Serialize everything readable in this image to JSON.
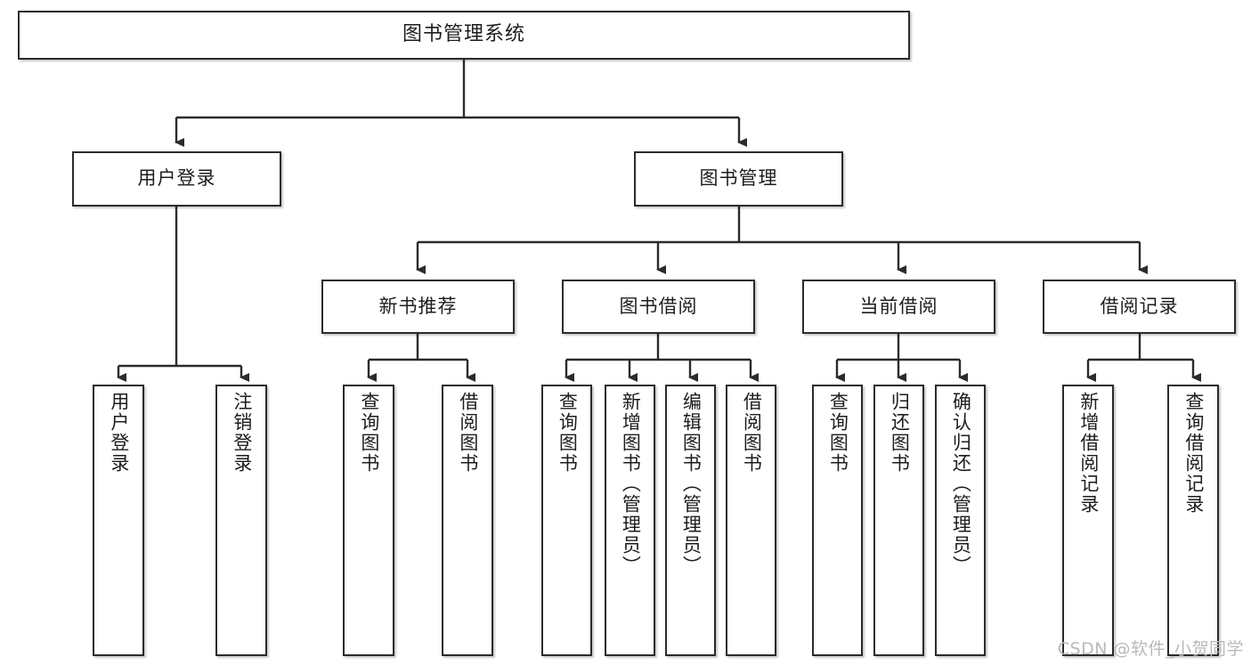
{
  "diagram": {
    "title": "图书管理系统",
    "type": "tree-hierarchy",
    "orientation": "top-down",
    "node_fill": "#ffffff",
    "node_stroke": "#2b2b2b",
    "edge_color": "#2b2b2b",
    "background": "#ffffff"
  },
  "nodes": {
    "root": {
      "label": "图书管理系统"
    },
    "level2": [
      {
        "label": "用户登录"
      },
      {
        "label": "图书管理"
      }
    ],
    "level3": [
      {
        "label": "新书推荐"
      },
      {
        "label": "图书借阅"
      },
      {
        "label": "当前借阅"
      },
      {
        "label": "借阅记录"
      }
    ],
    "leaves": {
      "user_login": [
        {
          "label": "用户登录"
        },
        {
          "label": "注销登录"
        }
      ],
      "new_book": [
        {
          "label": "查询图书"
        },
        {
          "label": "借阅图书"
        }
      ],
      "borrow_book": [
        {
          "label": "查询图书"
        },
        {
          "label": "新增图书（管理员）"
        },
        {
          "label": "编辑图书（管理员）"
        },
        {
          "label": "借阅图书"
        }
      ],
      "current_borrow": [
        {
          "label": "查询图书"
        },
        {
          "label": "归还图书"
        },
        {
          "label": "确认归还（管理员）"
        }
      ],
      "borrow_record": [
        {
          "label": "新增借阅记录"
        },
        {
          "label": "查询借阅记录"
        }
      ]
    }
  },
  "watermark": {
    "text": "CSDN @软件_小贺同学"
  }
}
